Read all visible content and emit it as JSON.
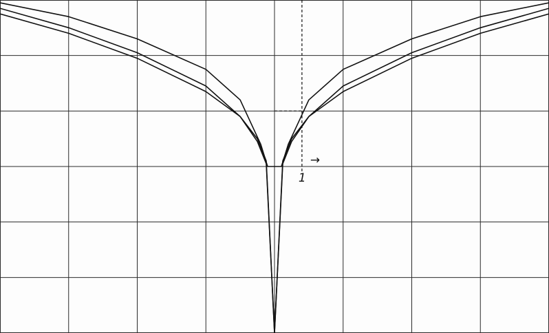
{
  "chart_data": {
    "type": "line",
    "title": "",
    "xlabel": "",
    "ylabel": "",
    "xlim": [
      -4,
      4
    ],
    "ylim": [
      -3,
      3
    ],
    "x_range_note": "",
    "grid": true,
    "tick_labels_x": [
      "1"
    ],
    "x_axis_arrow": "→",
    "series": [
      {
        "points": [
          [
            -4,
            2.75
          ],
          [
            -3,
            2.4
          ],
          [
            -2,
            1.95
          ],
          [
            -1,
            1.35
          ],
          [
            -0.5,
            0.9
          ],
          [
            -0.25,
            0.45
          ],
          [
            -0.12,
            0.05
          ],
          [
            0,
            -3.0
          ],
          [
            0.12,
            0.05
          ],
          [
            0.25,
            0.45
          ],
          [
            0.5,
            0.9
          ],
          [
            1,
            1.35
          ],
          [
            2,
            1.95
          ],
          [
            3,
            2.4
          ],
          [
            4,
            2.75
          ]
        ]
      },
      {
        "points": [
          [
            -4,
            2.85
          ],
          [
            -3,
            2.5
          ],
          [
            -2,
            2.05
          ],
          [
            -1,
            1.45
          ],
          [
            -0.5,
            0.9
          ],
          [
            -0.25,
            0.5
          ],
          [
            -0.12,
            0.1
          ],
          [
            0,
            -3.0
          ],
          [
            0.12,
            0.1
          ],
          [
            0.25,
            0.5
          ],
          [
            0.5,
            0.9
          ],
          [
            1,
            1.45
          ],
          [
            2,
            2.05
          ],
          [
            3,
            2.5
          ],
          [
            4,
            2.85
          ]
        ]
      },
      {
        "points": [
          [
            -4,
            2.95
          ],
          [
            -3,
            2.7
          ],
          [
            -2,
            2.3
          ],
          [
            -1,
            1.75
          ],
          [
            -0.5,
            1.2
          ],
          [
            -0.2,
            0.4
          ],
          [
            -0.1,
            0.0
          ],
          [
            0.1,
            0.0
          ],
          [
            0.2,
            0.4
          ],
          [
            0.5,
            1.2
          ],
          [
            1,
            1.75
          ],
          [
            2,
            2.3
          ],
          [
            3,
            2.7
          ],
          [
            4,
            2.95
          ]
        ]
      }
    ],
    "guide_lines": {
      "vertical_x": 0.4,
      "horizontal_y": 1.0,
      "horizontal_from_x": 0.0
    }
  }
}
